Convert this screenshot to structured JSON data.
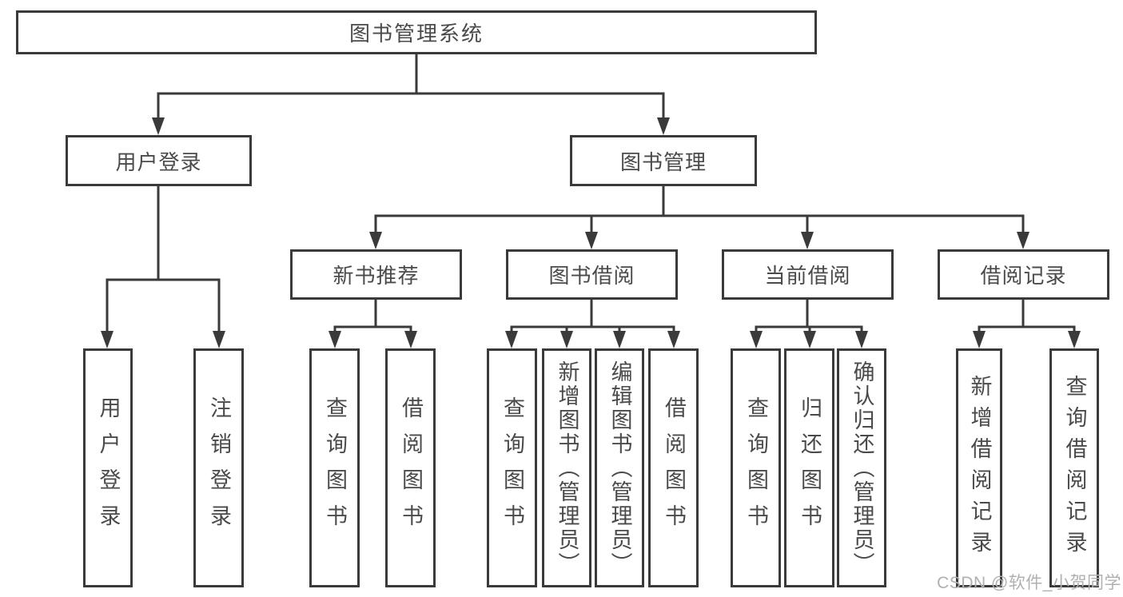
{
  "colors": {
    "line": "#3a3a3a",
    "box_border": "#3a3a3a",
    "text": "#4a4a4a",
    "watermark": "#b0b0b0",
    "background": "#ffffff"
  },
  "watermark": {
    "text": "CSDN @软件_小贺同学"
  },
  "tree": {
    "label": "图书管理系统",
    "children": [
      {
        "label": "用户登录",
        "children": [
          {
            "label": "用户登录"
          },
          {
            "label": "注销登录"
          }
        ]
      },
      {
        "label": "图书管理",
        "children": [
          {
            "label": "新书推荐",
            "children": [
              {
                "label": "查询图书"
              },
              {
                "label": "借阅图书"
              }
            ]
          },
          {
            "label": "图书借阅",
            "children": [
              {
                "label": "查询图书"
              },
              {
                "label": "新增图书（管理员）"
              },
              {
                "label": "编辑图书（管理员）"
              },
              {
                "label": "借阅图书"
              }
            ]
          },
          {
            "label": "当前借阅",
            "children": [
              {
                "label": "查询图书"
              },
              {
                "label": "归还图书"
              },
              {
                "label": "确认归还（管理员）"
              }
            ]
          },
          {
            "label": "借阅记录",
            "children": [
              {
                "label": "新增借阅记录"
              },
              {
                "label": "查询借阅记录"
              }
            ]
          }
        ]
      }
    ]
  }
}
